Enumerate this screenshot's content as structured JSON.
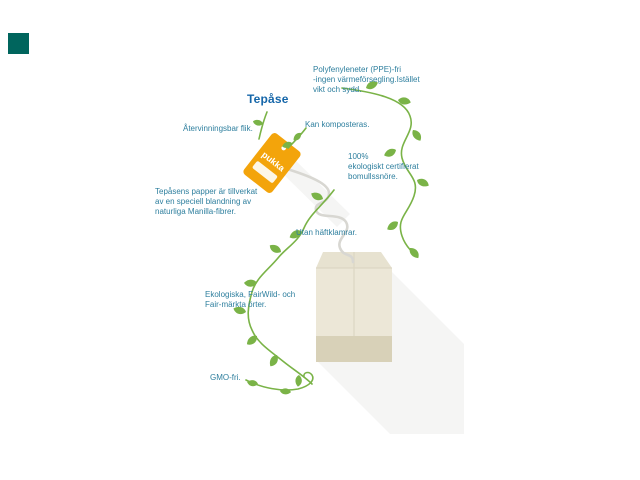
{
  "title": "Tepåse",
  "brand": {
    "tag_label": "pukka",
    "logo_square_color": "#00655d"
  },
  "annotations": {
    "recyclable_tab": "Återvinningsbar flik.",
    "ppe_free": "Polyfenyleneter (PPE)-fri\n-ingen värmeförsegling.Istället\nvikt och sydd.",
    "compostable": "Kan komposteras.",
    "cotton_string": "100%\nekologiskt certifierat\nbomullssnöre.",
    "manilla_paper": "Tepåsens papper är tillverkat\nav en speciell blandning av\nnaturliga Manilla-fibrer.",
    "no_staples": "Utan häftklamrar.",
    "herbs": "Ekologiska, FairWild- och\nFair-märkta örter.",
    "gmo_free": "GMO-fri."
  },
  "colors": {
    "title_text": "#1566a9",
    "annotation_text": "#2e7f9e",
    "tag_yellow": "#f3a40b",
    "vine_green": "#7ab347",
    "string_gray": "#d8d7d2",
    "bag_body": "#ece7d7",
    "bag_band": "#d8d1b8"
  }
}
